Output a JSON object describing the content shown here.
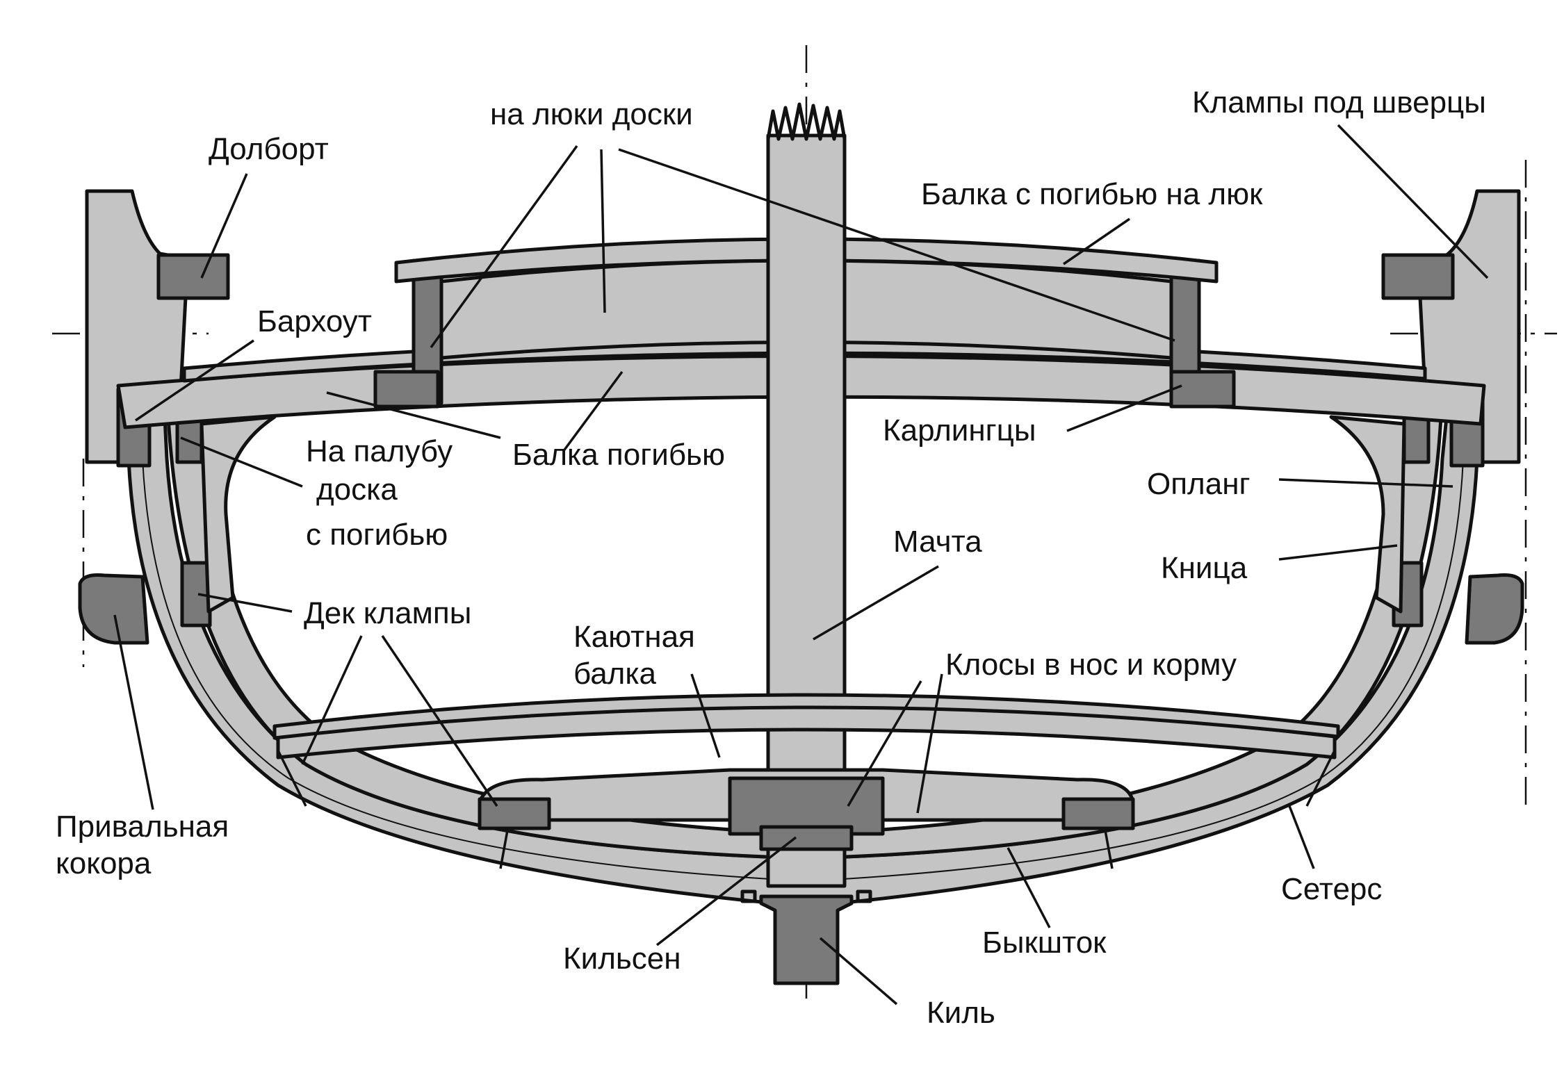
{
  "labels": {
    "dolbort": "Долборт",
    "hatch_boards": "на люки доски",
    "clamp_shvertsy": "Клампы под шверцы",
    "beam_hatch": "Балка с погибью на люк",
    "barkhout": "Бархоут",
    "deck_board_l1": "На палубу",
    "deck_board_l2": "доска",
    "deck_board_l3": "с погибью",
    "beam_camber": "Балка погибью",
    "karlingtsy": "Карлингцы",
    "oplang": "Опланг",
    "mast": "Мачта",
    "knitsa": "Кница",
    "deck_clamps": "Дек клампы",
    "cabin_beam_l1": "Каютная",
    "cabin_beam_l2": "балка",
    "klosy": "Клосы  в нос и корму",
    "privalnaya_l1": "Привальная",
    "privalnaya_l2": "кокора",
    "seters": "Сетерс",
    "bykshtok": "Быкшток",
    "kilsen": "Кильсен",
    "keel": "Киль"
  },
  "colors": {
    "hull_fill": "#c4c4c4",
    "dark_fill": "#7a7a7a",
    "ink": "#111111",
    "background": "#ffffff"
  }
}
